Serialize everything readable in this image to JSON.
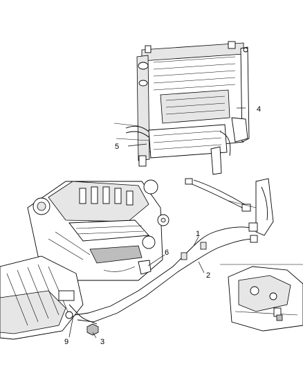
{
  "callouts": [
    {
      "id": "c1",
      "label": "1"
    },
    {
      "id": "c2",
      "label": "2"
    },
    {
      "id": "c3",
      "label": "3"
    },
    {
      "id": "c4",
      "label": "4"
    },
    {
      "id": "c5",
      "label": "5"
    },
    {
      "id": "c6",
      "label": "6"
    },
    {
      "id": "c9",
      "label": "9"
    }
  ]
}
